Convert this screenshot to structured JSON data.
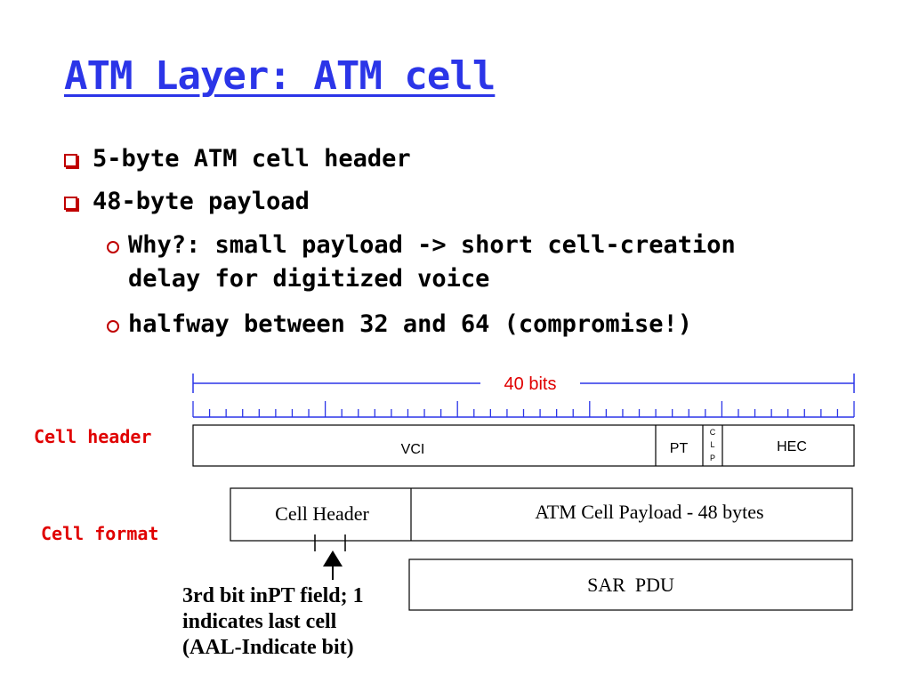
{
  "title": "ATM Layer: ATM cell",
  "bullets": [
    {
      "text": "5-byte ATM cell header"
    },
    {
      "text": "48-byte payload"
    }
  ],
  "sub_bullets": [
    {
      "text": "Why?: small payload -> short cell-creation\ndelay for digitized voice"
    },
    {
      "text": "halfway between 32 and 64 (compromise!)"
    }
  ],
  "labels": {
    "cell_header": "Cell header",
    "cell_format": "Cell format"
  },
  "header_diagram": {
    "total_bits": "40 bits",
    "fields": {
      "vci": "VCI",
      "pt": "PT",
      "clp": [
        "C",
        "L",
        "P"
      ],
      "hec": "HEC"
    }
  },
  "format_diagram": {
    "cell_header": "Cell Header",
    "payload": "ATM Cell Payload - 48 bytes",
    "sar_pdu": "SAR  PDU"
  },
  "annotation": {
    "lines": [
      "3rd bit inPT field; 1",
      "indicates last cell",
      "(AAL-Indicate bit)"
    ]
  },
  "colors": {
    "title": "#2b35e8",
    "bullet": "#c00000",
    "label": "#e00000",
    "ruler": "#2b35e8"
  }
}
